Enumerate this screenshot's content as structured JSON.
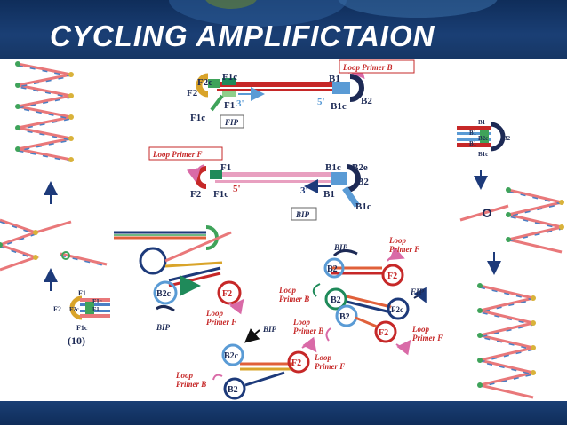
{
  "slide": {
    "title": "CYCLING AMPLIFICTAION",
    "colors": {
      "header": "#163664",
      "title": "#ffffff",
      "accent_red": "#c62828",
      "strand_blue": "#1d2a55"
    }
  },
  "top_panel": {
    "labels": {
      "f2c": "F2c",
      "f1c": "F1c",
      "f2": "F2",
      "f1": "F1",
      "f1c_lower": "F1c",
      "three_prime": "3'",
      "fip": "FIP",
      "loop_primer_b": "Loop Primer B",
      "b1": "B1",
      "b1c": "B1c",
      "b2": "B2",
      "five_prime": "5'"
    }
  },
  "middle_panel": {
    "labels": {
      "loop_primer_f": "Loop Primer F",
      "f1": "F1",
      "f2": "F2",
      "f1c": "F1c",
      "five_prime": "5'",
      "b1c": "B1c",
      "b2e": "B2e",
      "b1": "B1",
      "b2": "B2",
      "three_prime": "3'",
      "b1c_lower": "B1c",
      "bip": "BIP"
    }
  },
  "left_inset": {
    "labels": {
      "f1": "F1",
      "f2": "F2",
      "f2c": "F2c",
      "f1c": "F1c",
      "f1c_lower": "F1c",
      "step": "(10)"
    }
  },
  "right_inset": {
    "labels": {
      "b1_top": "B1",
      "b1": "B1",
      "b2c": "B2c",
      "b1_left": "B1",
      "b2": "B2",
      "b1c": "B1c"
    }
  },
  "bottom_panel": {
    "labels": {
      "b2c_left": "B2c",
      "f2_left": "F2",
      "bip_left": "BIP",
      "loop_primer_f_left": "Loop\nPrimer F",
      "bip_top": "BIP",
      "loop_primer_f_top": "Loop\nPrimer F",
      "b2_top": "B2",
      "f2_top": "F2",
      "fip": "FIP",
      "loop_primer_b_mid": "Loop\nPrimer B",
      "b2_mid1": "B2",
      "b2_mid2": "B2",
      "f2c_mid": "F2c",
      "loop_primer_b_mid2": "Loop\nPrimer B",
      "f2_mid": "F2",
      "loop_primer_f_mid": "Loop\nPrimer F",
      "bip_bottom": "BIP",
      "b2c_bottom": "B2c",
      "f2_bottom": "F2",
      "loop_primer_f_bottom": "Loop\nPrimer F",
      "loop_primer_b_bottom": "Loop\nPrimer B",
      "b2_bottom": "B2"
    }
  }
}
